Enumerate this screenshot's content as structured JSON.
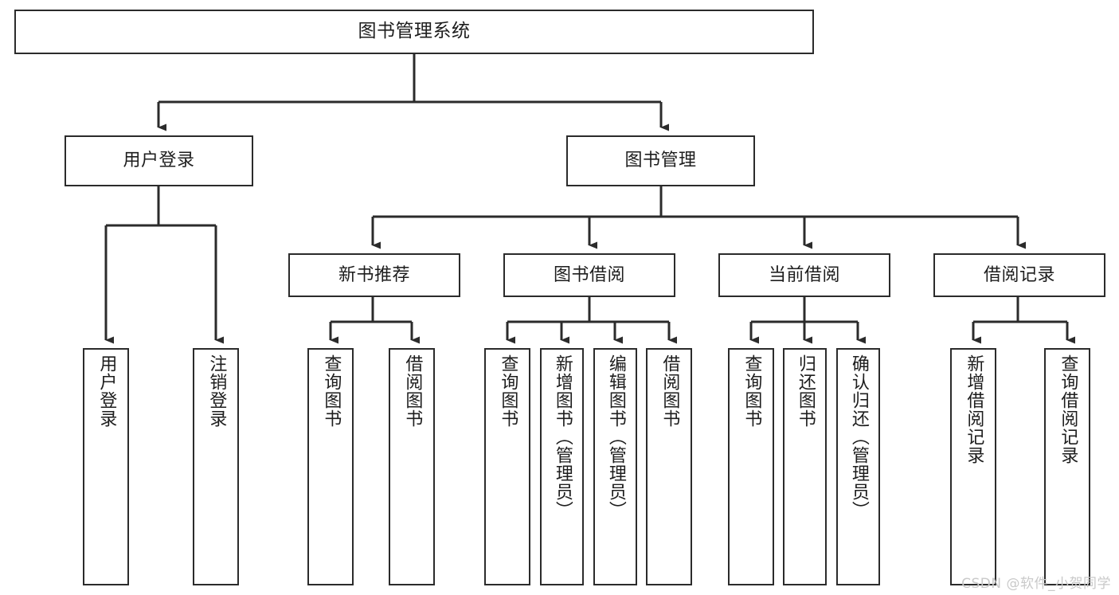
{
  "diagram": {
    "title": "图书管理系统",
    "type": "tree-hierarchy-chart",
    "watermark": "CSDN @软件_小贺同学",
    "colors": {
      "stroke": "#2b2b2b",
      "node_fill": "#ffffff",
      "text": "#1d1d1d",
      "background": "#ffffff",
      "watermark": "#c9c9c9"
    },
    "nodes": {
      "root": {
        "label": "图书管理系统"
      },
      "level1": [
        {
          "id": "user-login",
          "label": "用户登录"
        },
        {
          "id": "book-manage",
          "label": "图书管理"
        }
      ],
      "level2": [
        {
          "id": "new-book-recommend",
          "label": "新书推荐"
        },
        {
          "id": "book-borrow",
          "label": "图书借阅"
        },
        {
          "id": "current-borrow",
          "label": "当前借阅"
        },
        {
          "id": "borrow-record",
          "label": "借阅记录"
        }
      ],
      "leaves": {
        "user_login": [
          {
            "id": "leaf-user-login",
            "label": "用户登录"
          },
          {
            "id": "leaf-logout-login",
            "label": "注销登录"
          }
        ],
        "new_book_recommend": [
          {
            "id": "leaf-query-book-1",
            "label": "查询图书"
          },
          {
            "id": "leaf-borrow-book-1",
            "label": "借阅图书"
          }
        ],
        "book_borrow": [
          {
            "id": "leaf-query-book-2",
            "label": "查询图书"
          },
          {
            "id": "leaf-add-book",
            "label": "新增图书（管理员）"
          },
          {
            "id": "leaf-edit-book",
            "label": "编辑图书（管理员）"
          },
          {
            "id": "leaf-borrow-book-2",
            "label": "借阅图书"
          }
        ],
        "current_borrow": [
          {
            "id": "leaf-query-book-3",
            "label": "查询图书"
          },
          {
            "id": "leaf-return-book",
            "label": "归还图书"
          },
          {
            "id": "leaf-confirm-return",
            "label": "确认归还（管理员）"
          }
        ],
        "borrow_record": [
          {
            "id": "leaf-add-record",
            "label": "新增借阅记录"
          },
          {
            "id": "leaf-query-record",
            "label": "查询借阅记录"
          }
        ]
      }
    }
  }
}
